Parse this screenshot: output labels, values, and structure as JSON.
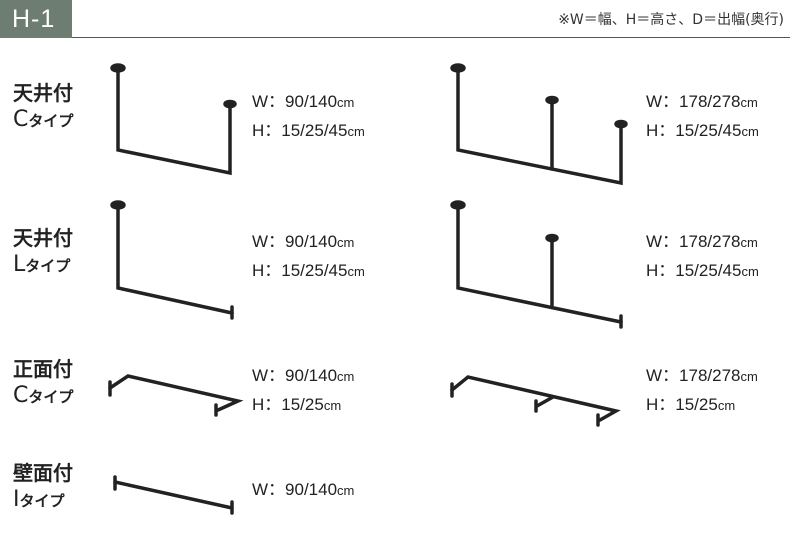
{
  "header": {
    "badge": "H-1",
    "note": "※W＝幅、H＝高さ、D＝出幅(奥行)"
  },
  "rows": [
    {
      "mount": "天井付",
      "type_letter": "C",
      "type_suffix": "タイプ",
      "left": {
        "w": "W：90/140",
        "h": "H：15/25/45",
        "unit": "cm"
      },
      "right": {
        "w": "W：178/278",
        "h": "H：15/25/45",
        "unit": "cm"
      }
    },
    {
      "mount": "天井付",
      "type_letter": "L",
      "type_suffix": "タイプ",
      "left": {
        "w": "W：90/140",
        "h": "H：15/25/45",
        "unit": "cm"
      },
      "right": {
        "w": "W：178/278",
        "h": "H：15/25/45",
        "unit": "cm"
      }
    },
    {
      "mount": "正面付",
      "type_letter": "C",
      "type_suffix": "タイプ",
      "left": {
        "w": "W：90/140",
        "h": "H：15/25",
        "unit": "cm"
      },
      "right": {
        "w": "W：178/278",
        "h": "H：15/25",
        "unit": "cm"
      }
    },
    {
      "mount": "壁面付",
      "type_letter": "I",
      "type_suffix": "タイプ",
      "left": {
        "w": "W：90/140",
        "unit": "cm"
      }
    }
  ]
}
